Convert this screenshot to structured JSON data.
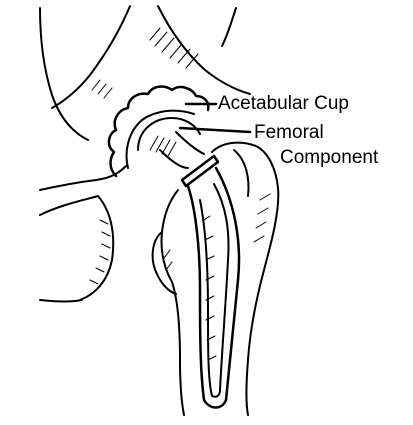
{
  "diagram": {
    "labels": {
      "acetabular_cup": "Acetabular Cup",
      "femoral_line1": "Femoral",
      "femoral_line2": "Component"
    },
    "colors": {
      "ink": "#000000",
      "background": "#ffffff"
    }
  }
}
